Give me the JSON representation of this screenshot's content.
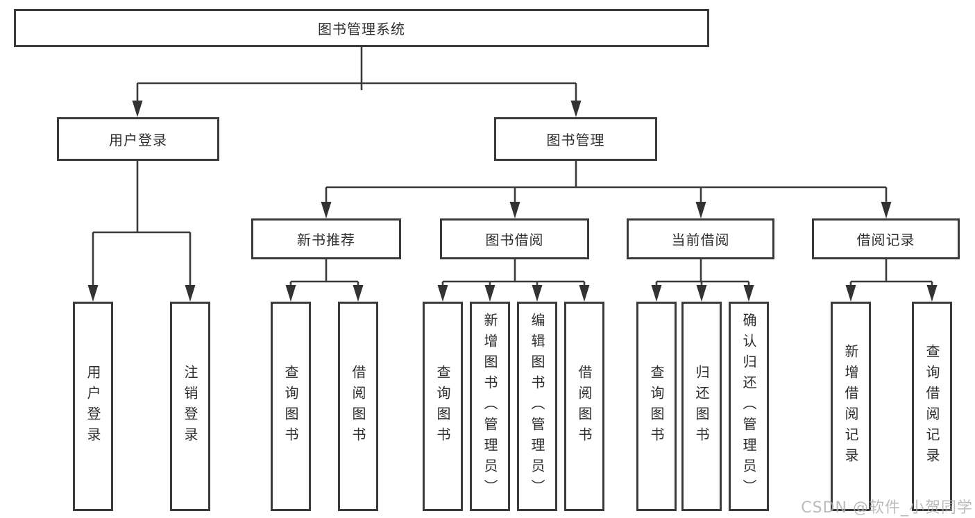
{
  "diagram_type": "functional-structure-tree",
  "colors": {
    "line": "#3a3a3a",
    "box_border": "#3a3a3a",
    "box_background": "#ffffff",
    "text": "#2e2e2e",
    "watermark": "#afafaf"
  },
  "tree": {
    "label": "图书管理系统",
    "children": [
      {
        "label": "用户登录",
        "children": [
          {
            "label": "用户登录"
          },
          {
            "label": "注销登录"
          }
        ]
      },
      {
        "label": "图书管理",
        "children": [
          {
            "label": "新书推荐",
            "children": [
              {
                "label": "查询图书"
              },
              {
                "label": "借阅图书"
              }
            ]
          },
          {
            "label": "图书借阅",
            "children": [
              {
                "label": "查询图书"
              },
              {
                "label": "新增图书（管理员）"
              },
              {
                "label": "编辑图书（管理员）"
              },
              {
                "label": "借阅图书"
              }
            ]
          },
          {
            "label": "当前借阅",
            "children": [
              {
                "label": "查询图书"
              },
              {
                "label": "归还图书"
              },
              {
                "label": "确认归还（管理员）"
              }
            ]
          },
          {
            "label": "借阅记录",
            "children": [
              {
                "label": "新增借阅记录"
              },
              {
                "label": "查询借阅记录"
              }
            ]
          }
        ]
      }
    ]
  },
  "watermark": {
    "text": "CSDN @软件_小贺同学"
  }
}
